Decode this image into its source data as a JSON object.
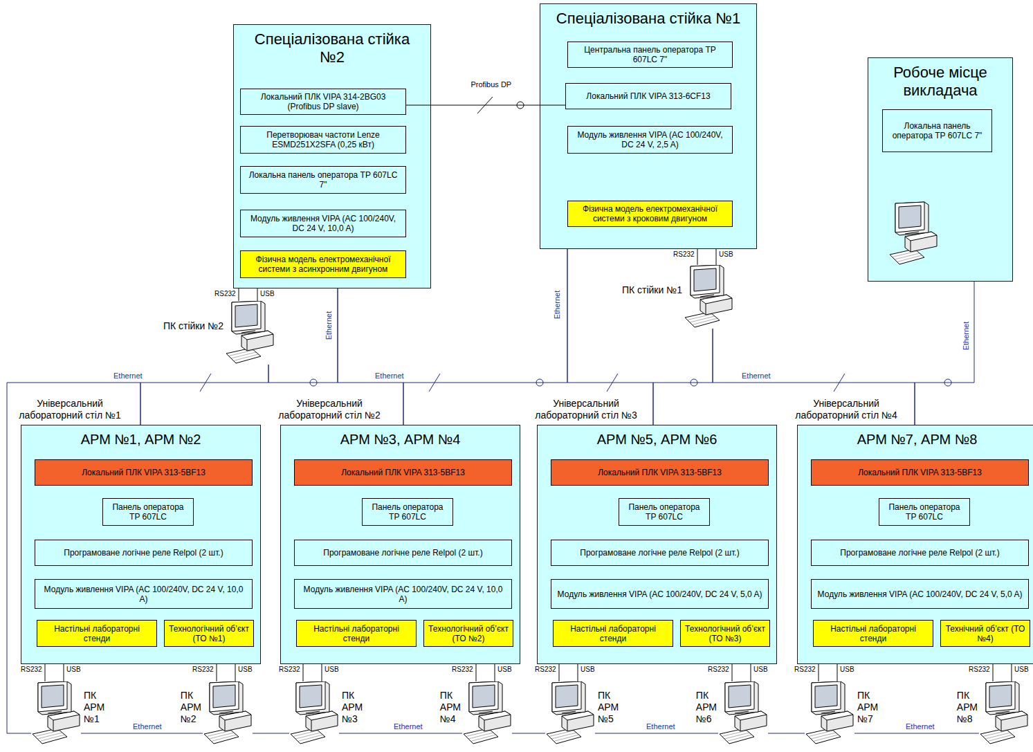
{
  "diagram": {
    "nodes": [
      {
        "text": [
          "Спеціалізована стійка №2"
        ]
      },
      {
        "text": [
          "Локальний ПЛК VIPA 314-2BG03 (Profibus DP slave)"
        ],
        "in": 0
      },
      {
        "text": [
          "Перетворювач частоти Lenze ESMD251X2SFA (0,25 кВт)"
        ],
        "in": 0
      },
      {
        "text": [
          "Локальна панель оператора TP 607LC 7\""
        ],
        "in": 0
      },
      {
        "text": [
          "Модуль живлення VIPA (AC 100/240V, DC 24 V, 10,0 A)"
        ],
        "in": 0
      },
      {
        "text": [
          "Фізична модель електромеханічної системи з асинхронним двигуном"
        ],
        "in": 0
      },
      {
        "text": [
          "Спеціалізована стійка №1"
        ]
      },
      {
        "text": [
          "Центральна панель оператора TP 607LC 7\""
        ],
        "in": 6
      },
      {
        "text": [
          "Локальний ПЛК VIPA 313-6CF13"
        ],
        "in": 6
      },
      {
        "text": [
          "Модуль живлення VIPA (AC 100/240V, DC 24 V, 2,5 A)"
        ],
        "in": 6
      },
      {
        "text": [
          "Фізична модель електромеханічної системи з кроковим двигуном"
        ],
        "in": 6
      },
      {
        "text": [
          "Робоче місце викладача"
        ]
      },
      {
        "text": [
          "Локальна панель оператора TP 607LC 7\""
        ],
        "in": 11
      },
      {
        "text": [
          "ПК стійки №2"
        ]
      },
      {
        "text": [
          "ПК стійки №1"
        ]
      },
      {
        "text": [
          "Універсальний лабораторний стіл №1",
          "АРМ №1, АРМ №2"
        ]
      },
      {
        "text": [
          "Локальний ПЛК VIPA 313-5BF13"
        ],
        "in": 15
      },
      {
        "text": [
          "Панель оператора TP 607LC"
        ],
        "in": 15
      },
      {
        "text": [
          "Програмоване логічне реле Relpol (2 шт.)"
        ],
        "in": 15
      },
      {
        "text": [
          "Модуль живлення VIPA (AC 100/240V, DC 24 V, 10,0 A)"
        ],
        "in": 15
      },
      {
        "text": [
          "Настільні лабораторні стенди"
        ],
        "in": 15
      },
      {
        "text": [
          "Технологічний об’єкт (ТО №1)"
        ],
        "in": 15
      },
      {
        "text": [
          "Універсальний лабораторний стіл №2",
          "АРМ №3, АРМ №4"
        ]
      },
      {
        "text": [
          "Локальний ПЛК VIPA 313-5BF13"
        ],
        "in": 22
      },
      {
        "text": [
          "Панель оператора TP 607LC"
        ],
        "in": 22
      },
      {
        "text": [
          "Програмоване логічне реле Relpol (2 шт.)"
        ],
        "in": 22
      },
      {
        "text": [
          "Модуль живлення VIPA (AC 100/240V, DC 24 V, 10,0 A)"
        ],
        "in": 22
      },
      {
        "text": [
          "Настільні лабораторні стенди"
        ],
        "in": 22
      },
      {
        "text": [
          "Технологічний об’єкт (ТО №2)"
        ],
        "in": 22
      },
      {
        "text": [
          "Універсальний лабораторний стіл №3",
          "АРМ №5, АРМ №6"
        ]
      },
      {
        "text": [
          "Локальний ПЛК VIPA 313-5BF13"
        ],
        "in": 29
      },
      {
        "text": [
          "Панель оператора TP 607LC"
        ],
        "in": 29
      },
      {
        "text": [
          "Програмоване логічне реле Relpol (2 шт.)"
        ],
        "in": 29
      },
      {
        "text": [
          "Модуль живлення VIPA (AC 100/240V, DC 24 V, 5,0 A)"
        ],
        "in": 29
      },
      {
        "text": [
          "Настільні лабораторні стенди"
        ],
        "in": 29
      },
      {
        "text": [
          "Технологічний об’єкт (ТО №3)"
        ],
        "in": 29
      },
      {
        "text": [
          "Універсальний лабораторний стіл №4",
          "АРМ №7, АРМ №8"
        ]
      },
      {
        "text": [
          "Локальний ПЛК VIPA 313-5BF13"
        ],
        "in": 36
      },
      {
        "text": [
          "Панель оператора TP 607LC"
        ],
        "in": 36
      },
      {
        "text": [
          "Програмоване логічне реле Relpol (2 шт.)"
        ],
        "in": 36
      },
      {
        "text": [
          "Модуль живлення VIPA (AC 100/240V, DC 24 V, 5,0 A)"
        ],
        "in": 36
      },
      {
        "text": [
          "Настільні лабораторні стенди"
        ],
        "in": 36
      },
      {
        "text": [
          "Технічний об’єкт (ТО №4)"
        ],
        "in": 36
      },
      {
        "text": [
          "ПК АРМ №1"
        ]
      },
      {
        "text": [
          "ПК АРМ №2"
        ]
      },
      {
        "text": [
          "ПК АРМ №3"
        ]
      },
      {
        "text": [
          "ПК АРМ №4"
        ]
      },
      {
        "text": [
          "ПК АРМ №5"
        ]
      },
      {
        "text": [
          "ПК АРМ №6"
        ]
      },
      {
        "text": [
          "ПК АРМ №7"
        ]
      },
      {
        "text": [
          "ПК АРМ №8"
        ]
      }
    ],
    "edges": [
      {
        "from": 1,
        "to": 8,
        "label": "Profibus DP",
        "arrow": "none"
      },
      {
        "from": 13,
        "to": 0,
        "label": "RS232",
        "arrow": "none"
      },
      {
        "from": 13,
        "to": 0,
        "label": "USB",
        "arrow": "none"
      },
      {
        "from": 14,
        "to": 6,
        "label": "RS232",
        "arrow": "none"
      },
      {
        "from": 14,
        "to": 6,
        "label": "USB",
        "arrow": "none"
      },
      {
        "from": 43,
        "to": 15,
        "label": "RS232",
        "arrow": "none"
      },
      {
        "from": 43,
        "to": 15,
        "label": "USB",
        "arrow": "none"
      },
      {
        "from": 44,
        "to": 15,
        "label": "RS232",
        "arrow": "none"
      },
      {
        "from": 44,
        "to": 15,
        "label": "USB",
        "arrow": "none"
      },
      {
        "from": 45,
        "to": 22,
        "label": "RS232",
        "arrow": "none"
      },
      {
        "from": 45,
        "to": 22,
        "label": "USB",
        "arrow": "none"
      },
      {
        "from": 46,
        "to": 22,
        "label": "RS232",
        "arrow": "none"
      },
      {
        "from": 46,
        "to": 22,
        "label": "USB",
        "arrow": "none"
      },
      {
        "from": 47,
        "to": 29,
        "label": "RS232",
        "arrow": "none"
      },
      {
        "from": 47,
        "to": 29,
        "label": "USB",
        "arrow": "none"
      },
      {
        "from": 48,
        "to": 29,
        "label": "RS232",
        "arrow": "none"
      },
      {
        "from": 48,
        "to": 29,
        "label": "USB",
        "arrow": "none"
      },
      {
        "from": 49,
        "to": 36,
        "label": "RS232",
        "arrow": "none"
      },
      {
        "from": 49,
        "to": 36,
        "label": "USB",
        "arrow": "none"
      },
      {
        "from": 50,
        "to": 36,
        "label": "RS232",
        "arrow": "none"
      },
      {
        "from": 50,
        "to": 36,
        "label": "USB",
        "arrow": "none"
      },
      {
        "from": 43,
        "to": 44,
        "label": "Ethernet",
        "arrow": "none"
      },
      {
        "from": 44,
        "to": 45,
        "arrow": "none"
      },
      {
        "from": 45,
        "to": 46,
        "label": "Ethernet",
        "arrow": "none"
      },
      {
        "from": 46,
        "to": 47,
        "arrow": "none"
      },
      {
        "from": 47,
        "to": 48,
        "label": "Ethernet",
        "arrow": "none"
      },
      {
        "from": 48,
        "to": 49,
        "arrow": "none"
      },
      {
        "from": 49,
        "to": 50,
        "label": "Ethernet",
        "arrow": "none"
      },
      {
        "from": 43,
        "to": 15,
        "label": "Ethernet",
        "arrow": "none"
      },
      {
        "from": 15,
        "to": 13,
        "arrow": "none"
      },
      {
        "from": 13,
        "to": 0,
        "label": "Ethernet",
        "arrow": "none"
      },
      {
        "from": 0,
        "to": 22,
        "label": "Ethernet",
        "arrow": "none"
      },
      {
        "from": 22,
        "to": 6,
        "label": "Ethernet",
        "arrow": "none"
      },
      {
        "from": 6,
        "to": 29,
        "arrow": "none"
      },
      {
        "from": 29,
        "to": 14,
        "arrow": "none"
      },
      {
        "from": 14,
        "to": 36,
        "label": "Ethernet",
        "arrow": "none"
      },
      {
        "from": 36,
        "to": 11,
        "label": "Ethernet",
        "arrow": "none"
      }
    ]
  }
}
